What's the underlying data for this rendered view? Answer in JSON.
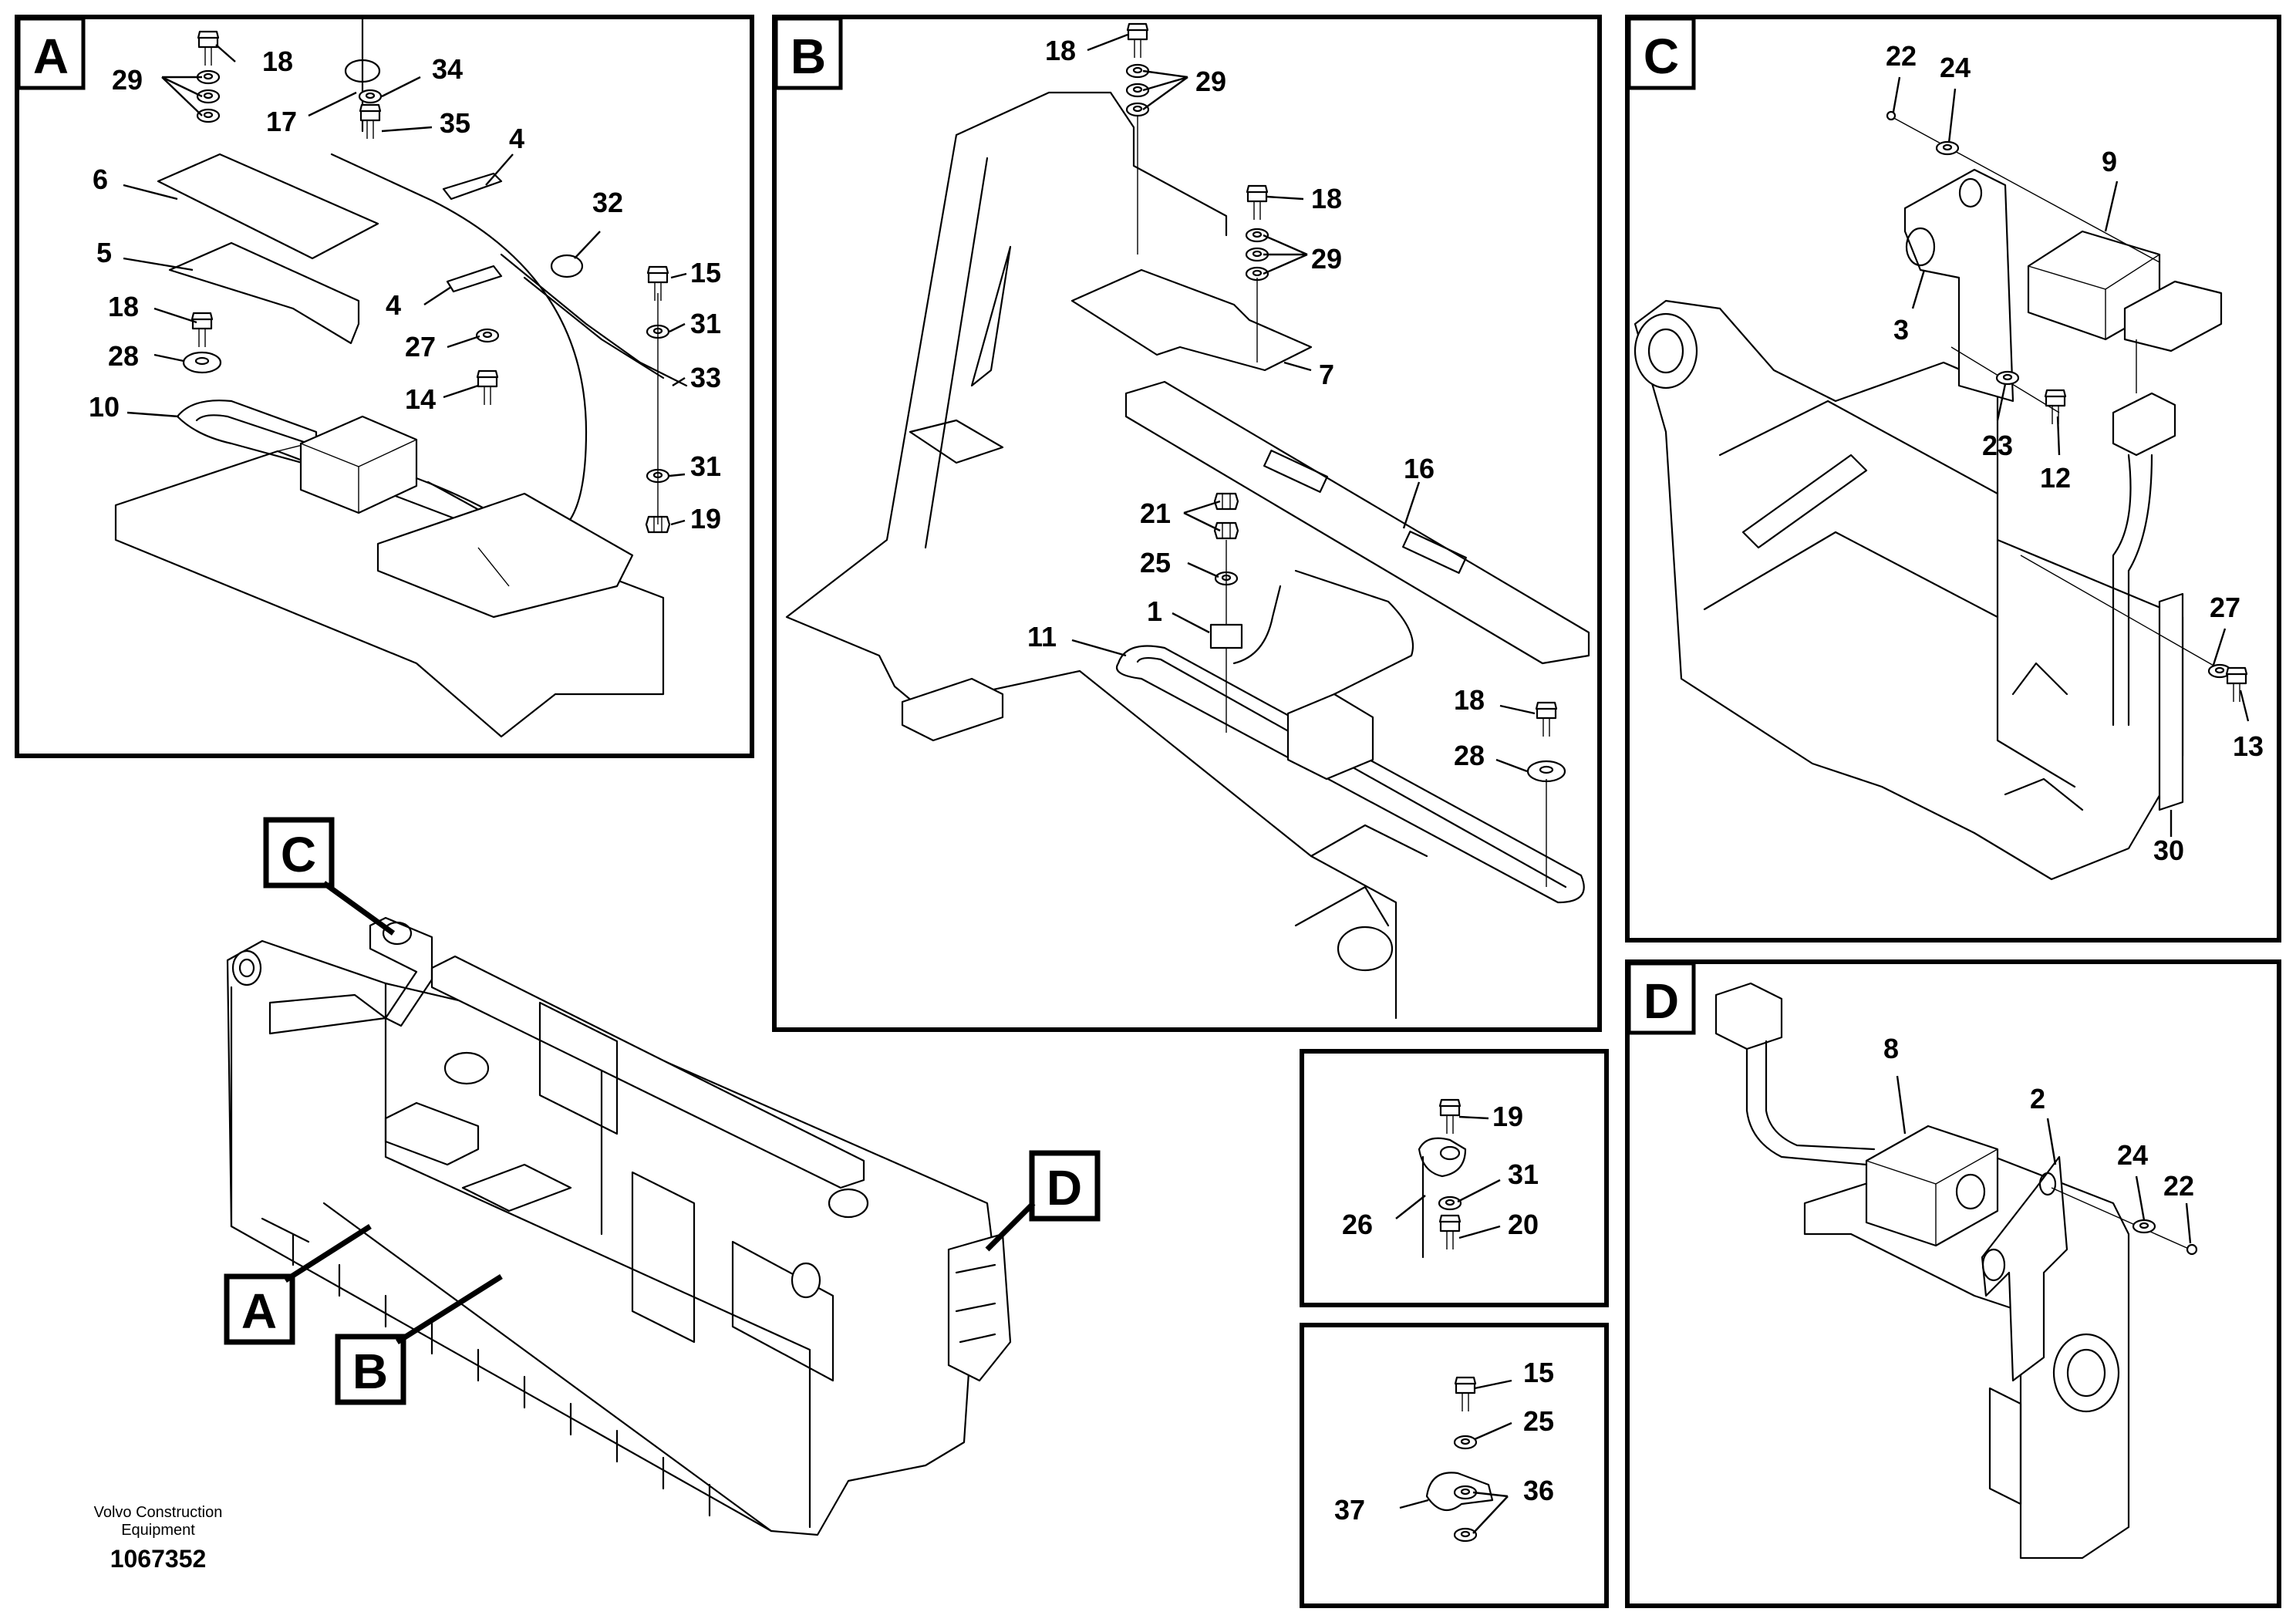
{
  "panels": {
    "A": {
      "label": "A",
      "numbers": [
        "18",
        "29",
        "17",
        "34",
        "35",
        "4",
        "6",
        "32",
        "5",
        "15",
        "18",
        "4",
        "31",
        "27",
        "28",
        "33",
        "14",
        "10",
        "31",
        "19"
      ]
    },
    "B": {
      "label": "B",
      "numbers": [
        "18",
        "29",
        "18",
        "29",
        "7",
        "16",
        "21",
        "25",
        "1",
        "11",
        "18",
        "28"
      ]
    },
    "C": {
      "label": "C",
      "numbers": [
        "22",
        "24",
        "9",
        "3",
        "23",
        "12",
        "27",
        "13",
        "30"
      ]
    },
    "D": {
      "label": "D",
      "numbers": [
        "8",
        "2",
        "24",
        "22"
      ]
    },
    "E": {
      "numbers": [
        "19",
        "31",
        "26",
        "20"
      ]
    },
    "F": {
      "numbers": [
        "15",
        "25",
        "37",
        "36"
      ]
    }
  },
  "overview": {
    "callouts": [
      "C",
      "D",
      "A",
      "B"
    ]
  },
  "footer": {
    "brand_line1": "Volvo Construction",
    "brand_line2": "Equipment",
    "doc_number": "1067352"
  }
}
